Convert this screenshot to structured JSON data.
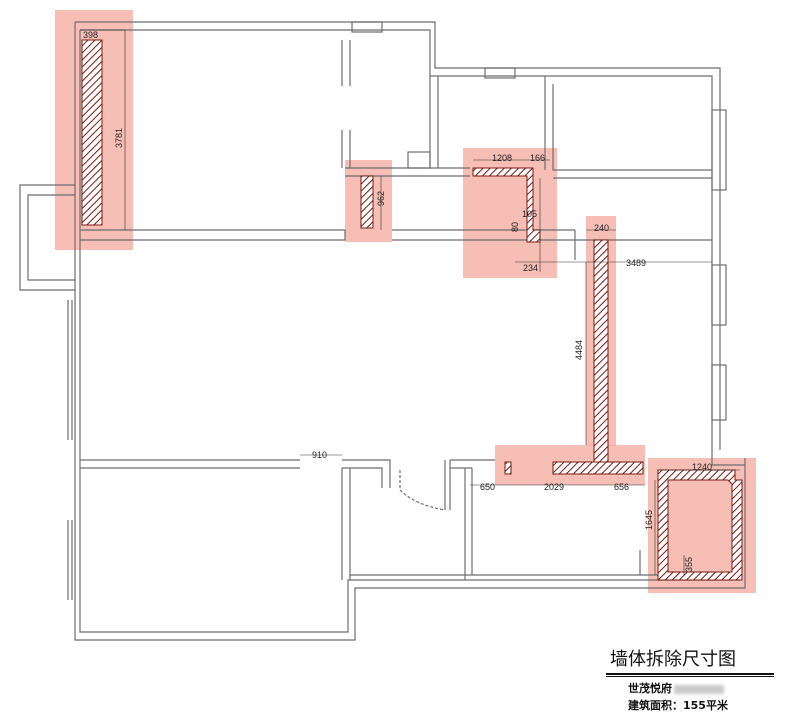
{
  "title": "墙体拆除尺寸图",
  "project_name": "世茂悦府",
  "area_label": "建筑面积：155平米",
  "colors": {
    "highlight": "#f4a89d",
    "hatch": "#7a1a10",
    "wall": "#6d6d6d"
  },
  "dimensions": {
    "d398": "398",
    "d3781": "3781",
    "d962": "962",
    "d1208": "1208",
    "d166": "166",
    "d105": "105",
    "d80": "80",
    "d234": "234",
    "d240": "240",
    "d3489": "3489",
    "d4484": "4484",
    "d910": "910",
    "d650": "650",
    "d2029": "2029",
    "d656": "656",
    "d1240": "1240",
    "d1645": "1645",
    "d355": "355"
  }
}
